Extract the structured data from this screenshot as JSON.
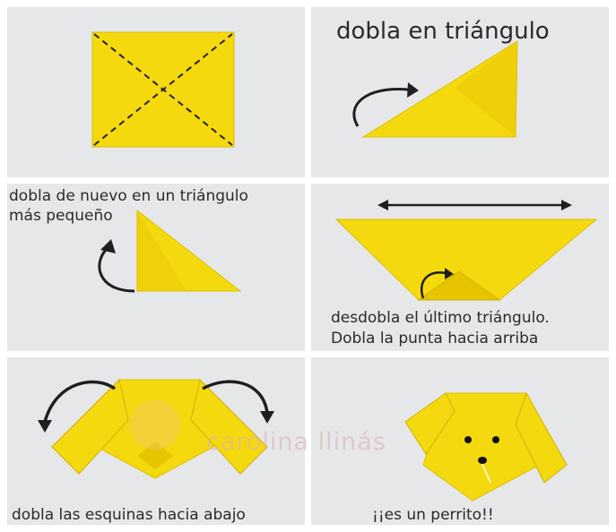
{
  "steps": [
    {
      "caption": ""
    },
    {
      "caption": "dobla en triángulo"
    },
    {
      "caption_line1": "dobla de nuevo en un triángulo",
      "caption_line2": "más pequeño"
    },
    {
      "caption_line1": "desdobla el último triángulo.",
      "caption_line2": "Dobla la punta hacia arriba"
    },
    {
      "caption": "dobla las esquinas hacia abajo"
    },
    {
      "caption": "¡¡es un perrito!!"
    }
  ],
  "watermark": "carolina llinás",
  "colors": {
    "paper": "#f5d90f",
    "paper_shade": "#e6c400",
    "background": "#e6e7e9",
    "ink": "#1f1f1f"
  }
}
